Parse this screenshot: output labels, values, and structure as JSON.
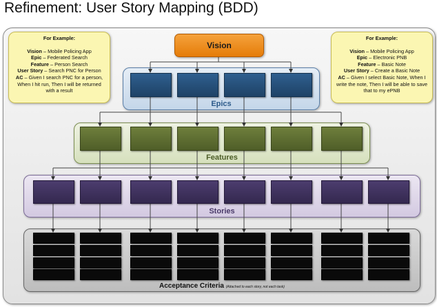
{
  "title": "Refinement: User Story Mapping (BDD)",
  "vision_label": "Vision",
  "bands": {
    "epics": "Epics",
    "features": "Features",
    "stories": "Stories",
    "acceptance": "Acceptance Criteria",
    "acceptance_note": "(Attached to each story, not each task)"
  },
  "notes": {
    "left": {
      "heading": "For Example:",
      "lines": [
        {
          "key": "Vision",
          "sep": " – ",
          "value": "Mobile Policing App"
        },
        {
          "key": "Epic",
          "sep": " – ",
          "value": "Federated Search"
        },
        {
          "key": "Feature",
          "sep": " – ",
          "value": "Person Search"
        },
        {
          "key": "User Story",
          "sep": " – ",
          "value": "Search PNC for Person"
        },
        {
          "key": "AC",
          "sep": " – ",
          "value": "Given I search PNC for a person, When I hit run, Then I will be returned with a result"
        }
      ]
    },
    "right": {
      "heading": "For Example:",
      "lines": [
        {
          "key": "Vision",
          "sep": " – ",
          "value": "Mobile Policing App"
        },
        {
          "key": "Epic",
          "sep": " – ",
          "value": "Electronic PNB"
        },
        {
          "key": "Feature",
          "sep": " – ",
          "value": "Basic Note"
        },
        {
          "key": "User Story",
          "sep": " – ",
          "value": "Create a Basic Note"
        },
        {
          "key": "AC",
          "sep": " – ",
          "value": "Given I select Basic Note, When I write the note, Then I will be able to save that to my ePNB"
        }
      ]
    }
  },
  "colors": {
    "vision": "#e57c09",
    "epic": "#1e4266",
    "feature": "#4f5e28",
    "story": "#34284f",
    "acceptance": "#0a0a0a",
    "note": "#fbf6b2"
  },
  "counts": {
    "epics": 4,
    "features": 6,
    "stories": 8,
    "acceptance_rows_per_story": 4
  }
}
